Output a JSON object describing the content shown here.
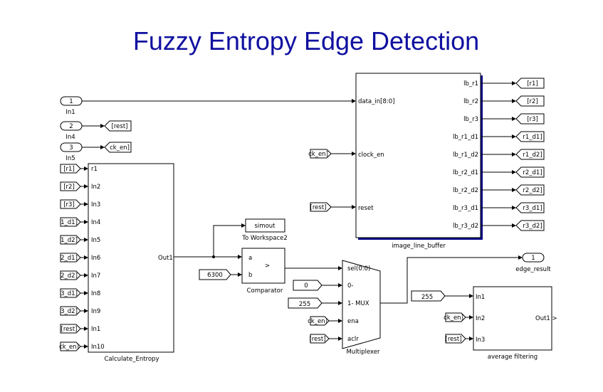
{
  "title": "Fuzzy Entropy Edge Detection",
  "inports": [
    {
      "num": "1",
      "name": "In1"
    },
    {
      "num": "2",
      "name": "In4"
    },
    {
      "num": "3",
      "name": "In5"
    }
  ],
  "goto_tags": [
    "[rest]",
    "ck_en]"
  ],
  "image_line_buffer": {
    "name": "image_line_buffer",
    "inputs": [
      "data_in[8:0]",
      "clock_en",
      "reset"
    ],
    "outputs": [
      "lb_r1",
      "lb_r2",
      "lb_r3",
      "lb_r1_d1",
      "lb_r1_d2",
      "lb_r2_d1",
      "lb_r2_d2",
      "lb_r3_d1",
      "lb_r3_d2"
    ],
    "input_tags": [
      "ck_en]",
      "[rest]"
    ],
    "output_tags": [
      "[r1]",
      "[r2]",
      "[r3]",
      "r1_d1]",
      "r1_d2]",
      "r2_d1]",
      "r2_d2]",
      "r3_d1]",
      "r3_d2]"
    ]
  },
  "calculate_entropy": {
    "name": "Calculate_Entropy",
    "inputs": [
      "r1",
      "In2",
      "In3",
      "In4",
      "In5",
      "In6",
      "In7",
      "In8",
      "In9",
      "In1",
      "In10"
    ],
    "output": "Out1",
    "from_tags": [
      "[r1]",
      "[r2]",
      "[r3]",
      "1_d1]",
      "1_d2]",
      "2_d1]",
      "2_d2]",
      "3_d1]",
      "3_d2]",
      "[rest]",
      "ck_en]"
    ]
  },
  "to_workspace": {
    "label": "simout",
    "name": "To Workspace2"
  },
  "comparator": {
    "name": "Comparator",
    "inputs": [
      "a",
      "b"
    ],
    "symbol": ">",
    "constant": "6300"
  },
  "multiplexer": {
    "name": "Multiplexer",
    "inputs": [
      "sel(0:0)",
      "0-",
      "1- MUX",
      "ena",
      "aclr"
    ],
    "constants": [
      "0",
      "255"
    ],
    "from_tags": [
      "ck_en]",
      "[rest]"
    ]
  },
  "outport": {
    "num": "1",
    "name": "edge_result"
  },
  "average_filtering": {
    "name": "average filtering",
    "inputs": [
      "In1",
      "In2",
      "In3"
    ],
    "output": "Out1 >",
    "constant": "255",
    "from_tags": [
      "ck_en]",
      "[rest]"
    ]
  }
}
